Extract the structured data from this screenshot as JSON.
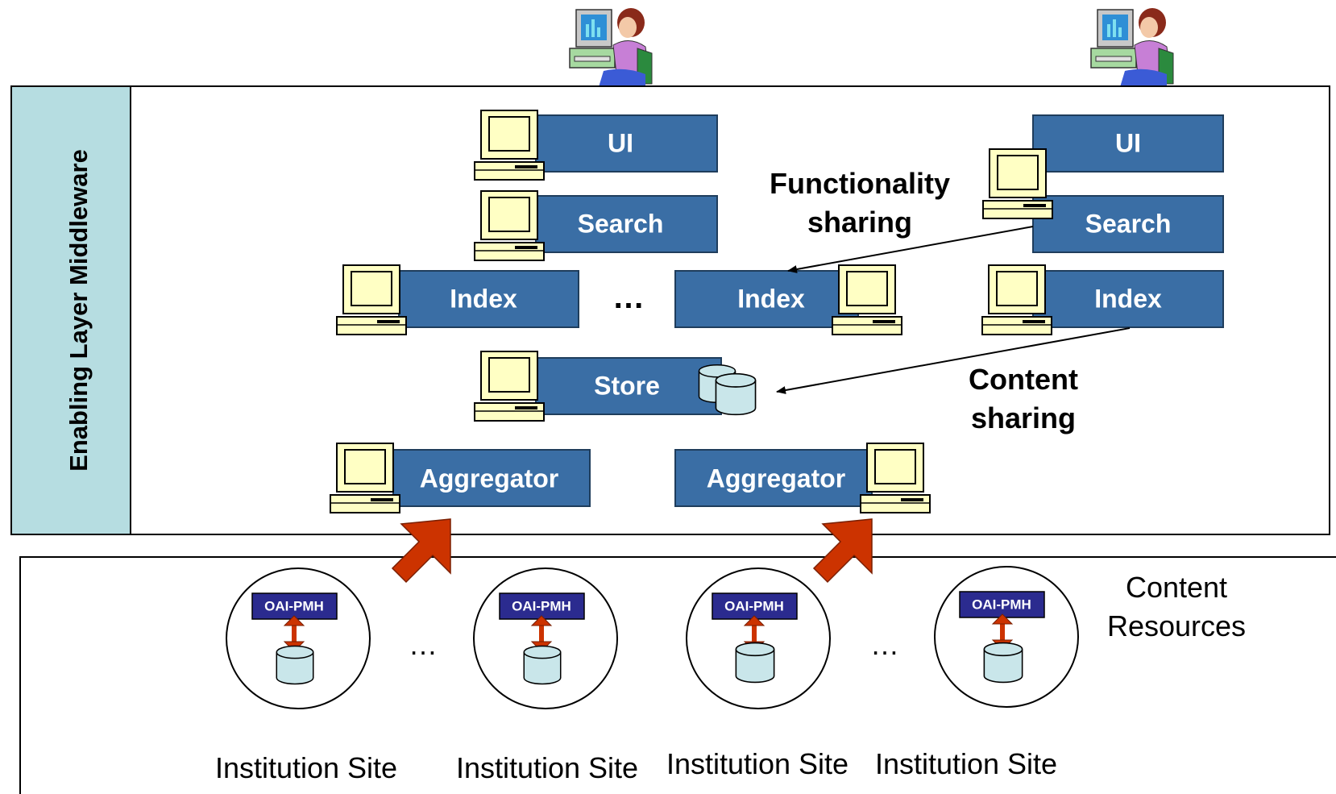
{
  "middleware_label": "Enabling Layer Middleware",
  "services": {
    "ui_left": "UI",
    "search_left": "Search",
    "index_left": "Index",
    "index_middle": "Index",
    "store": "Store",
    "ui_right": "UI",
    "search_right": "Search",
    "index_right": "Index",
    "aggregator_left": "Aggregator",
    "aggregator_right": "Aggregator"
  },
  "ellipsis_middleware": "…",
  "functionality_sharing": [
    "Functionality",
    "sharing"
  ],
  "content_sharing": [
    "Content",
    "sharing"
  ],
  "content_resources": [
    "Content",
    "Resources"
  ],
  "protocol_label": "OAI-PMH",
  "sites": [
    {
      "label": "Institution Site"
    },
    {
      "label": "Institution Site"
    },
    {
      "label": "Institution Site"
    },
    {
      "label": "Institution Site"
    }
  ],
  "ellipsis_sites": "…",
  "colors": {
    "service_box": "#3a6ea5",
    "middleware_bar": "#b6dde1",
    "protocol_box": "#2b2b8f",
    "flow_arrow": "#cc3300",
    "computer_body": "#ffffc4",
    "database": "#c9e6ea"
  }
}
